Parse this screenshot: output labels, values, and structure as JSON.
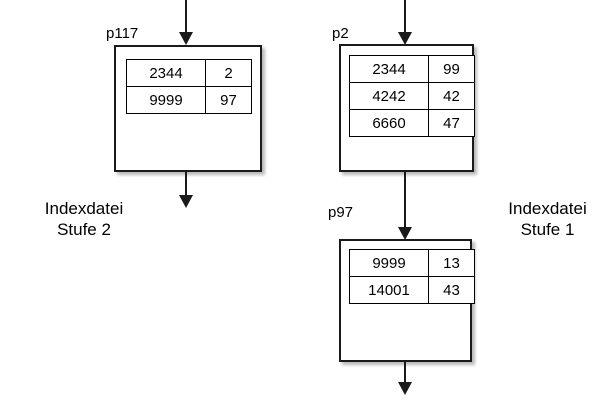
{
  "diagram": {
    "title_absent": true,
    "columns": {
      "left_caption": {
        "line1": "Indexdatei",
        "line2": "Stufe 2"
      },
      "right_caption": {
        "line1": "Indexdatei",
        "line2": "Stufe 1"
      }
    },
    "blocks": [
      {
        "id": "p117",
        "label": "p117",
        "rows": [
          {
            "key": "2344",
            "ptr": "2"
          },
          {
            "key": "9999",
            "ptr": "97"
          }
        ]
      },
      {
        "id": "p2",
        "label": "p2",
        "rows": [
          {
            "key": "2344",
            "ptr": "99"
          },
          {
            "key": "4242",
            "ptr": "42"
          },
          {
            "key": "6660",
            "ptr": "47"
          }
        ]
      },
      {
        "id": "p97",
        "label": "p97",
        "rows": [
          {
            "key": "9999",
            "ptr": "13"
          },
          {
            "key": "14001",
            "ptr": "43"
          }
        ]
      }
    ],
    "arrows": [
      {
        "name": "arrow-into-p117",
        "direction": "down"
      },
      {
        "name": "arrow-out-of-p117",
        "direction": "down"
      },
      {
        "name": "arrow-into-p2",
        "direction": "down"
      },
      {
        "name": "arrow-p2-to-p97",
        "direction": "down"
      },
      {
        "name": "arrow-out-of-p97",
        "direction": "down"
      }
    ]
  },
  "colors": {
    "background": "#ffffff",
    "stroke": "#1a1a1a",
    "text": "#000000"
  }
}
